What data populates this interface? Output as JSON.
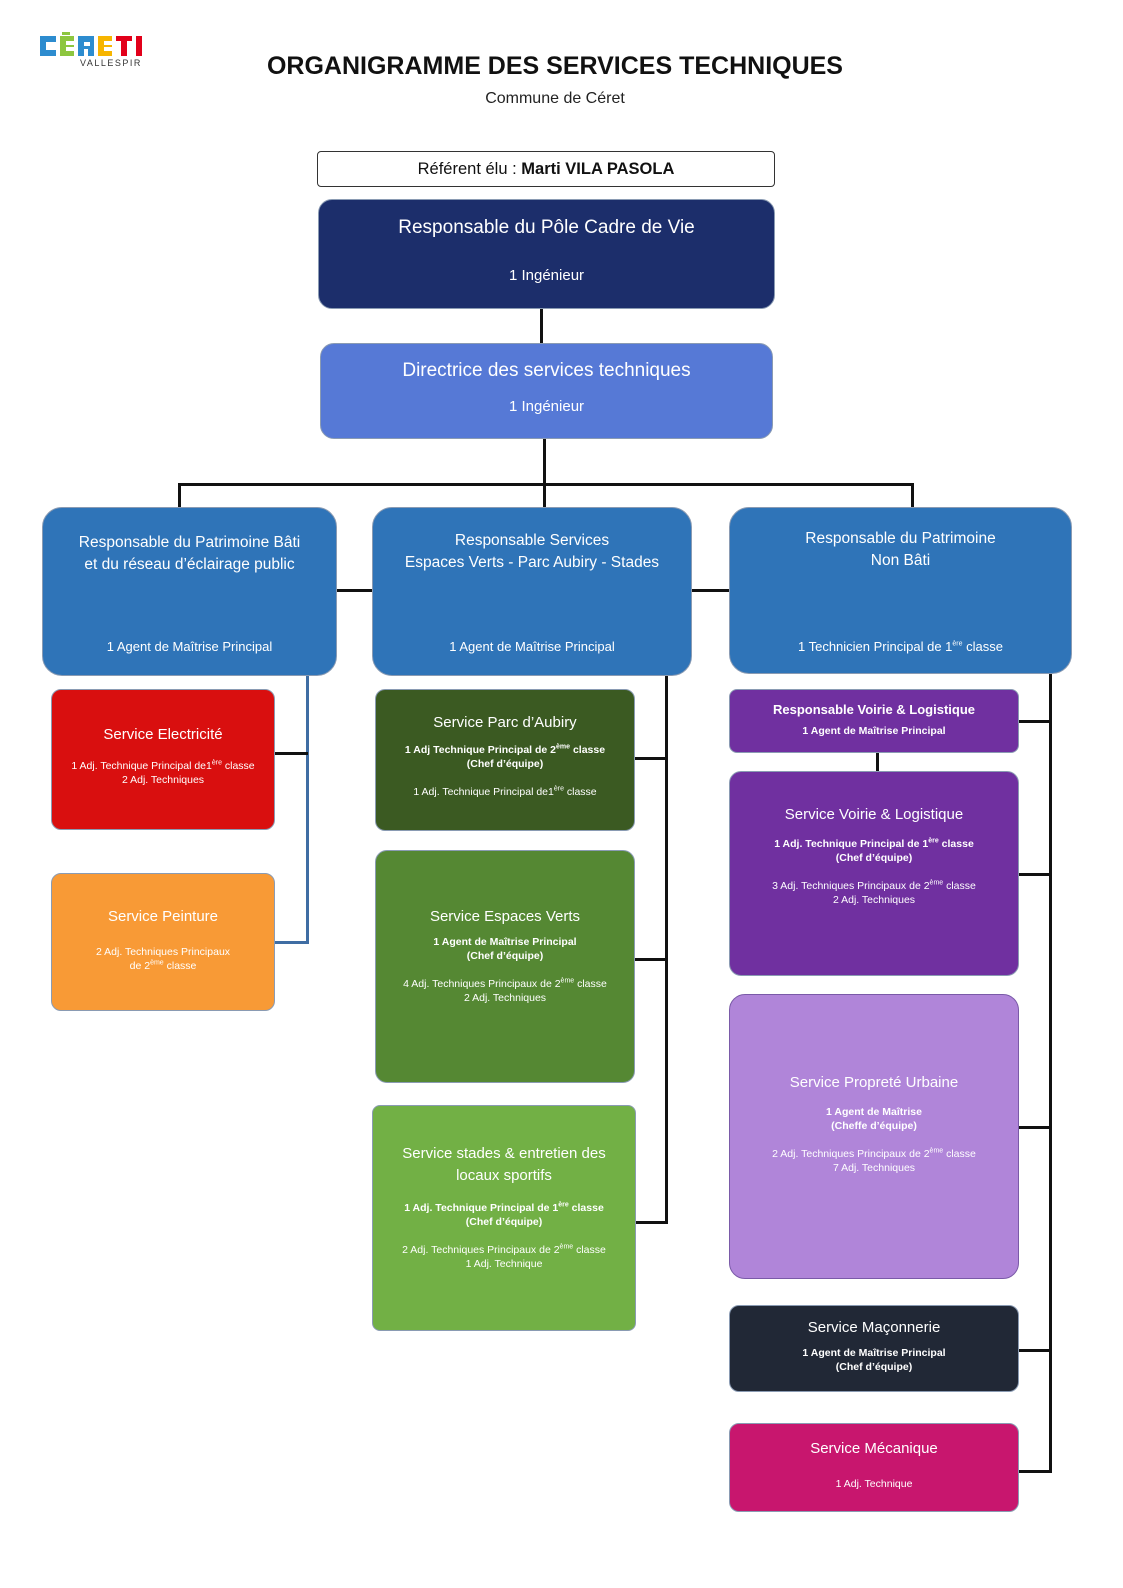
{
  "logo": {
    "wordmark": "CÉRET",
    "tagline": "VALLESPIR",
    "colors": [
      "#2d8ccf",
      "#8dc63f",
      "#f7b500",
      "#e2001a"
    ]
  },
  "header": {
    "title": "ORGANIGRAMME DES SERVICES TECHNIQUES",
    "subtitle": "Commune de Céret"
  },
  "referent": {
    "label": "Référent élu :",
    "name": "Marti VILA PASOLA"
  },
  "pole": {
    "title": "Responsable du Pôle Cadre de Vie",
    "staff": "1 Ingénieur",
    "color": "#1c2e6b"
  },
  "direction": {
    "title": "Directrice des services techniques",
    "staff": "1 Ingénieur",
    "color": "#5679d6"
  },
  "branches": [
    {
      "title1": "Responsable du Patrimoine Bâti",
      "title2": "et du réseau d’éclairage public",
      "staff": "1 Agent de Maîtrise Principal",
      "color": "#2f74b8"
    },
    {
      "title1": "Responsable Services",
      "title2": "Espaces Verts - Parc Aubiry - Stades",
      "staff": "1 Agent de Maîtrise Principal",
      "color": "#2f74b8"
    },
    {
      "title1": "Responsable du Patrimoine",
      "title2": "Non Bâti",
      "staff_a": "1 Technicien Principal de 1",
      "staff_sup": "ère",
      "staff_b": " classe",
      "color": "#2f74b8"
    }
  ],
  "services": {
    "electricite": {
      "title": "Service Electricité",
      "l1a": "1 Adj. Technique Principal de1",
      "l1sup": "ère",
      "l1b": " classe",
      "l2": "2 Adj. Techniques",
      "color": "#d90f0f"
    },
    "peinture": {
      "title": "Service Peinture",
      "l1": "2 Adj. Techniques Principaux",
      "l2a": "de 2",
      "l2sup": "ème",
      "l2b": " classe",
      "color": "#f89a36"
    },
    "parc": {
      "title": "Service Parc d’Aubiry",
      "b1a": "1 Adj Technique Principal de 2",
      "b1sup": "ème",
      "b1b": " classe",
      "b2": "(Chef d’équipe)",
      "l1a": "1 Adj. Technique Principal de1",
      "l1sup": "ère",
      "l1b": " classe",
      "color": "#3b5a22"
    },
    "espaces": {
      "title": "Service Espaces Verts",
      "b1": "1 Agent de Maîtrise Principal",
      "b2": "(Chef d’équipe)",
      "l1a": "4 Adj. Techniques Principaux de 2",
      "l1sup": "ème",
      "l1b": " classe",
      "l2": "2 Adj. Techniques",
      "color": "#558833"
    },
    "stades": {
      "title1": "Service stades & entretien des",
      "title2": "locaux sportifs",
      "b1a": "1 Adj. Technique Principal de 1",
      "b1sup": "ère",
      "b1b": " classe",
      "b2": "(Chef d’équipe)",
      "l1a": "2 Adj. Techniques Principaux de 2",
      "l1sup": "ème",
      "l1b": " classe",
      "l2": "1 Adj. Technique",
      "color": "#72b045"
    },
    "resp_voirie": {
      "title": "Responsable Voirie & Logistique",
      "b1": "1 Agent de Maîtrise Principal",
      "color": "#7030a0"
    },
    "voirie": {
      "title": "Service Voirie & Logistique",
      "b1a": "1 Adj. Technique Principal de 1",
      "b1sup": "ère",
      "b1b": " classe",
      "b2": "(Chef d’équipe)",
      "l1a": "3 Adj. Techniques Principaux de 2",
      "l1sup": "ème",
      "l1b": " classe",
      "l2": "2 Adj. Techniques",
      "color": "#7030a0"
    },
    "proprete": {
      "title": "Service Propreté Urbaine",
      "b1": "1 Agent de Maîtrise",
      "b2": "(Cheffe d’équipe)",
      "l1a": "2 Adj. Techniques Principaux de 2",
      "l1sup": "ème",
      "l1b": " classe",
      "l2": "7 Adj. Techniques",
      "color": "#b085d9"
    },
    "maconnerie": {
      "title": "Service Maçonnerie",
      "b1": "1 Agent de Maîtrise Principal",
      "b2": "(Chef d’équipe)",
      "color": "#212836"
    },
    "mecanique": {
      "title": "Service Mécanique",
      "l1": "1 Adj. Technique",
      "color": "#c8166e"
    }
  }
}
